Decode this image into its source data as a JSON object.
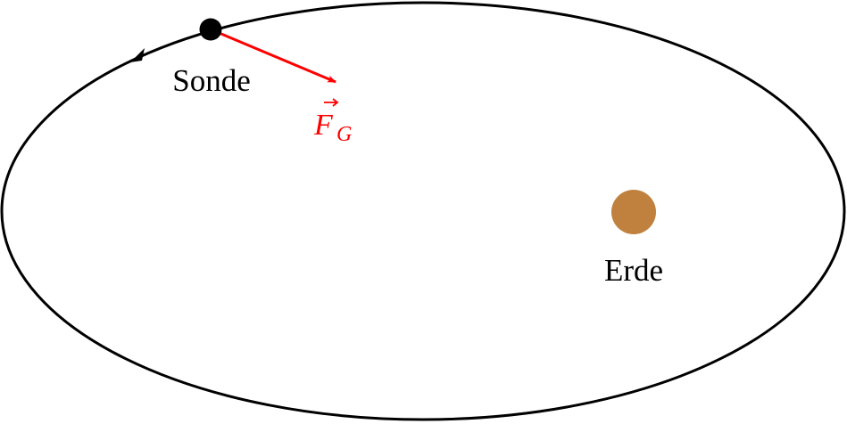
{
  "probe": {
    "label": "Sonde"
  },
  "earth": {
    "label": "Erde",
    "color": "#c0803e"
  },
  "force": {
    "symbol": "F",
    "subscript": "G",
    "color": "#ff0000"
  },
  "orbit": {
    "color": "#000000",
    "direction": "counterclockwise"
  }
}
